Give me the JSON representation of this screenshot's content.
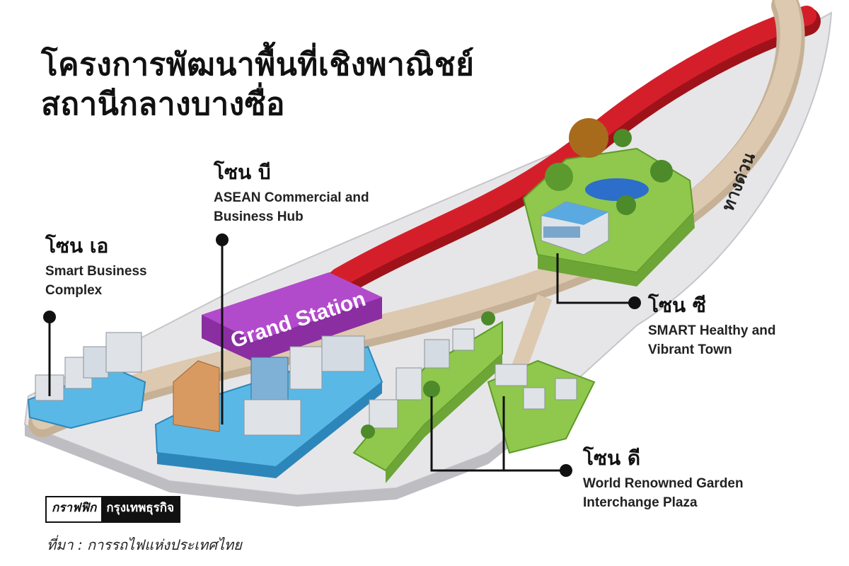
{
  "title": {
    "line1": "โครงการพัฒนาพื้นที่เชิงพาณิชย์",
    "line2": "สถานีกลางบางซื่อ"
  },
  "building_label": "Grand Station",
  "expressway_label": "ทางด่วน",
  "zones": {
    "a": {
      "name": "โซน เอ",
      "desc1": "Smart Business",
      "desc2": "Complex"
    },
    "b": {
      "name": "โซน บี",
      "desc1": "ASEAN Commercial and",
      "desc2": "Business Hub"
    },
    "c": {
      "name": "โซน ซี",
      "desc1": "SMART Healthy and",
      "desc2": "Vibrant Town"
    },
    "d": {
      "name": "โซน ดี",
      "desc1": "World Renowned Garden",
      "desc2": "Interchange Plaza"
    }
  },
  "credit": {
    "graphic": "กราฟฟิก",
    "publisher": "กรุงเทพธุรกิจ",
    "source": "ที่มา : การรถไฟแห่งประเทศไทย"
  },
  "colors": {
    "rail": "#d41f2a",
    "road": "#d9c6ad",
    "ground": "#e6e6e8",
    "zone_blue": "#5ab8e6",
    "zone_green": "#8fc84c",
    "station": "#a83fc0"
  }
}
